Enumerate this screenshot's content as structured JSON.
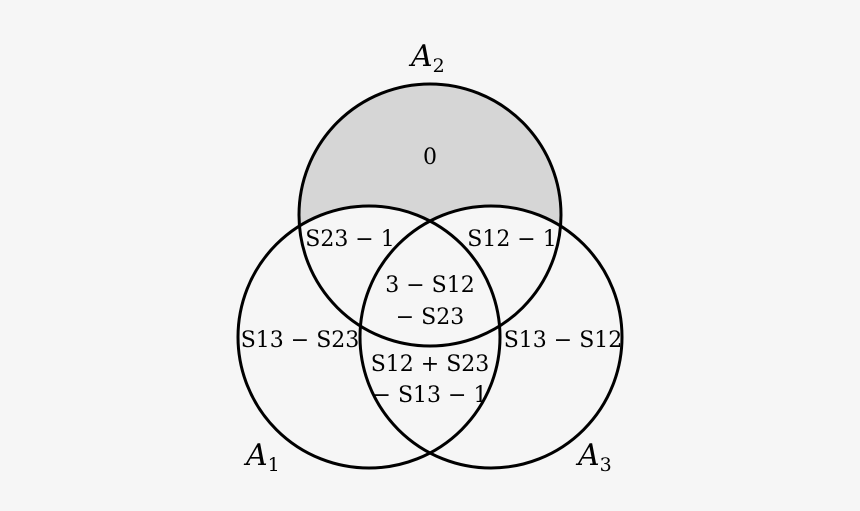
{
  "figure": {
    "background": "#f6f6f6",
    "shaded_region_color": "#d6d6d6",
    "stroke_color": "#000000"
  },
  "sets": [
    {
      "id": "A1",
      "label_main": "A",
      "label_sub": "1"
    },
    {
      "id": "A2",
      "label_main": "A",
      "label_sub": "2"
    },
    {
      "id": "A3",
      "label_main": "A",
      "label_sub": "3"
    }
  ],
  "regions": {
    "a2_only": {
      "line1": "0"
    },
    "a1_a2_only": {
      "text": "S23 − 1"
    },
    "a2_a3_only": {
      "text": "S12 − 1"
    },
    "center": {
      "line1": "3 − S12",
      "line2": "− S23"
    },
    "a1_only": {
      "text": "S13 − S23"
    },
    "a3_only": {
      "text": "S13 − S12"
    },
    "a1_a3_only": {
      "line1": "S12 + S23",
      "line2": "− S13 − 1"
    }
  }
}
